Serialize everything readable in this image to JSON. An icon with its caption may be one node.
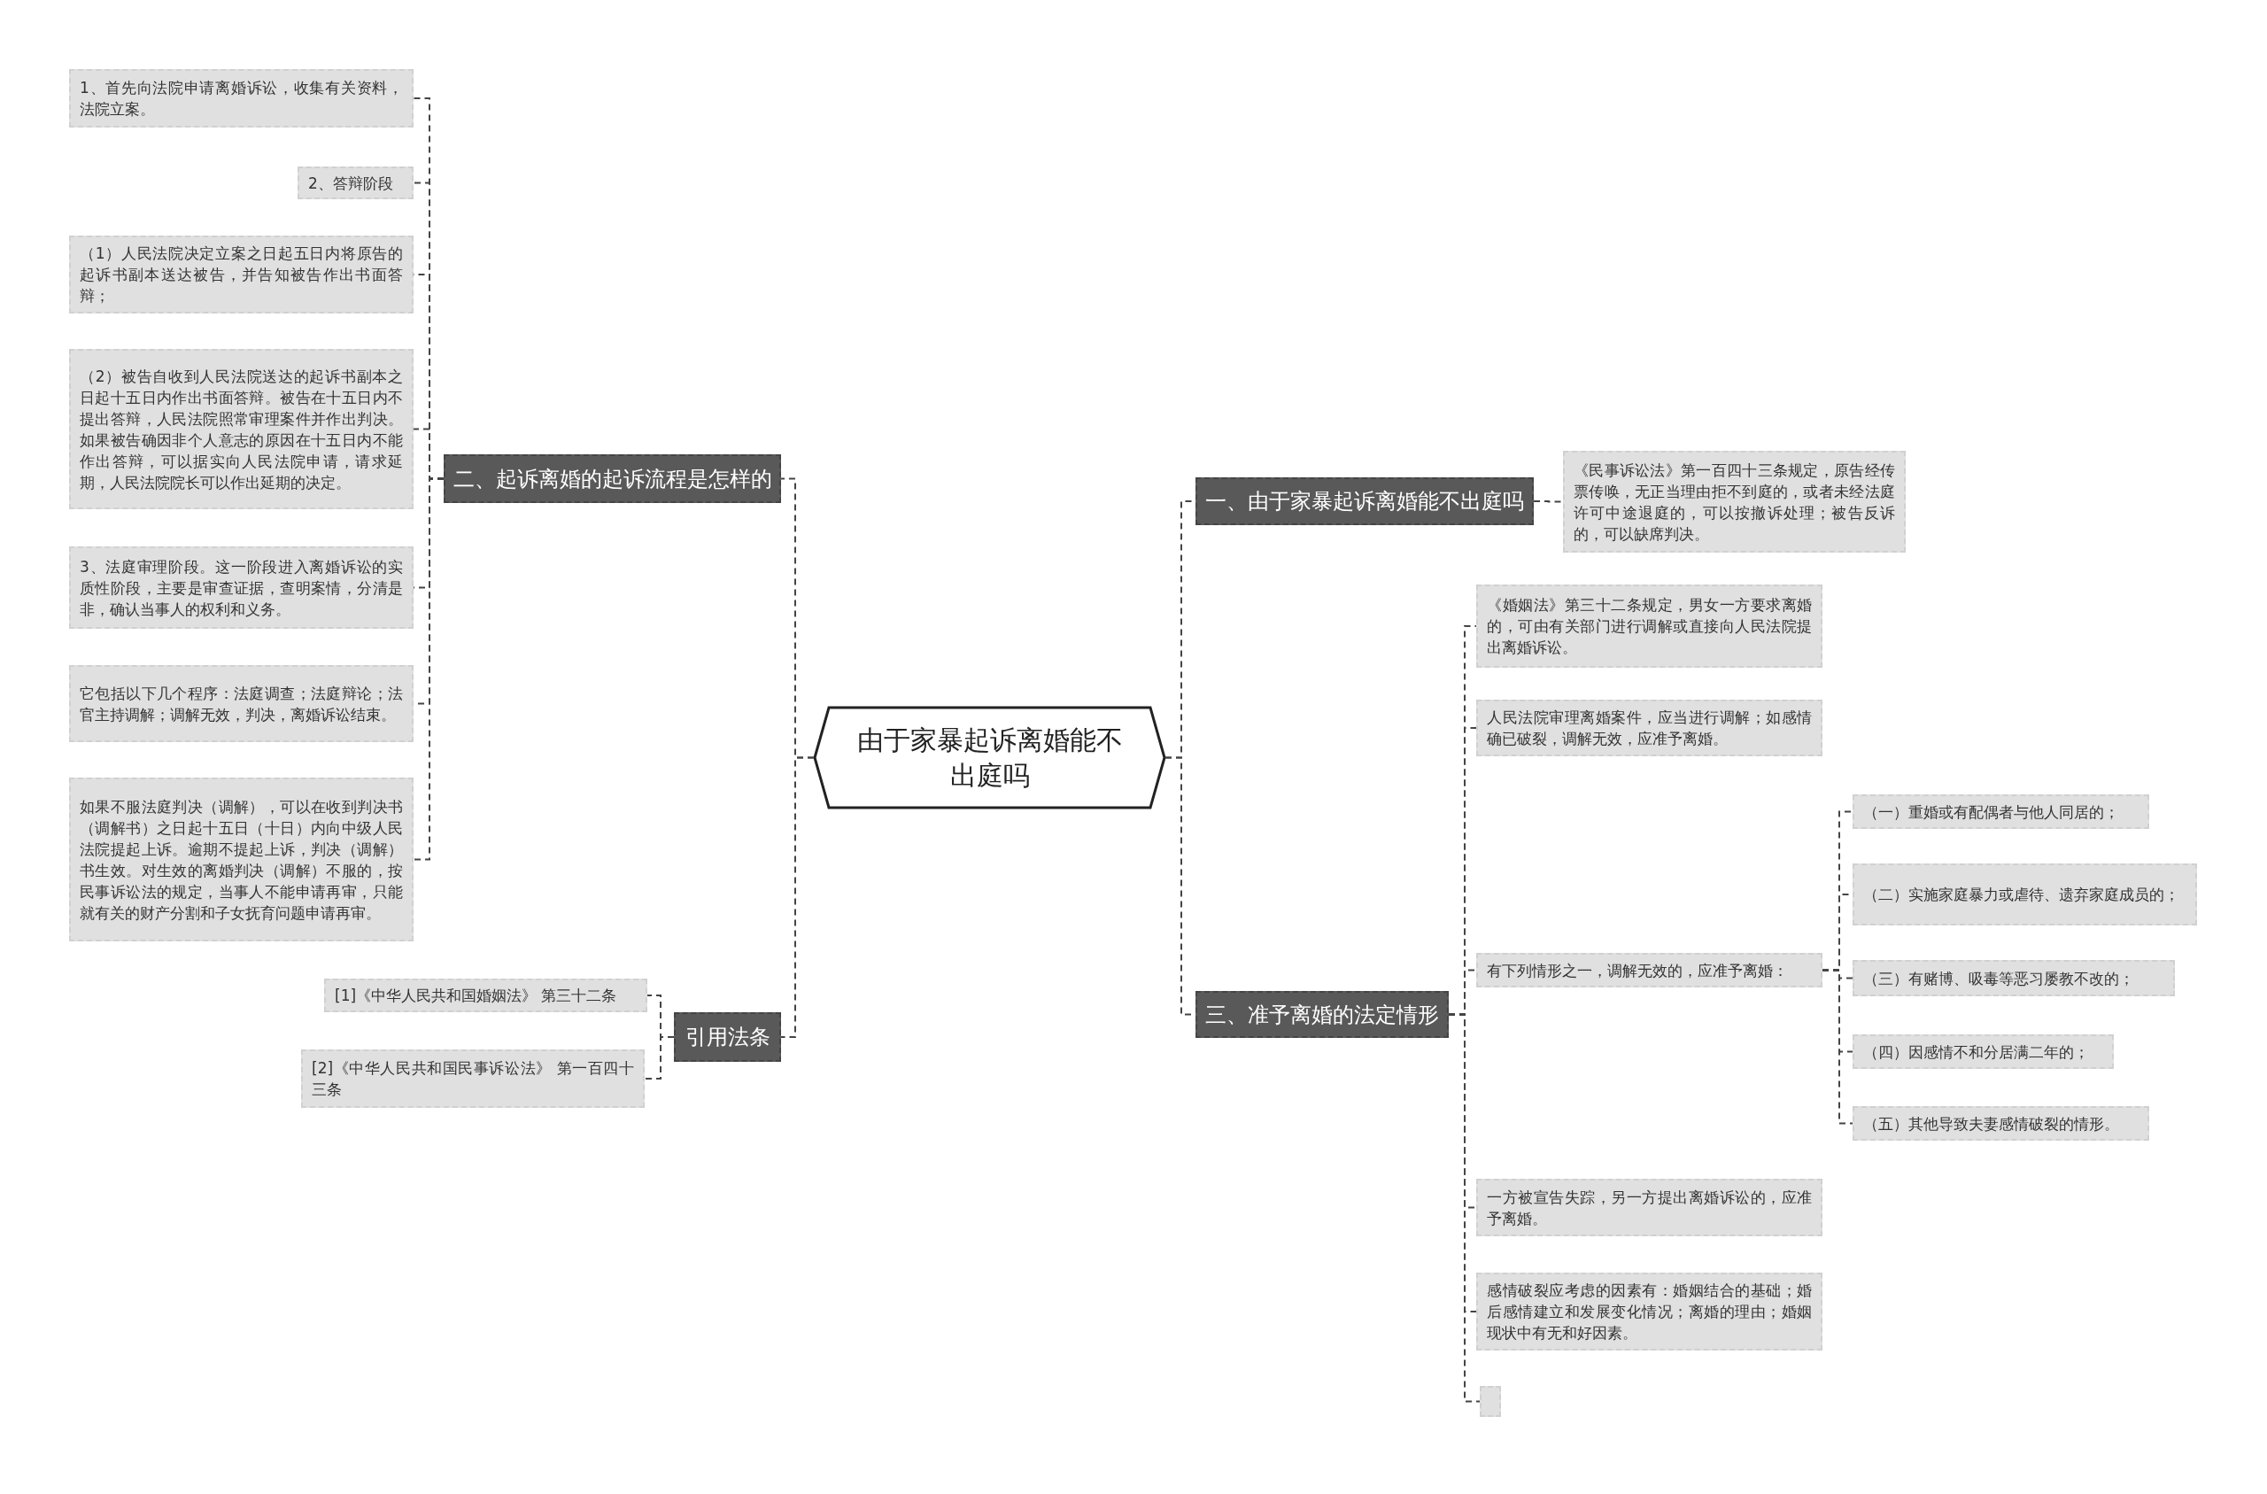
{
  "diagram": {
    "nodes": [
      {
        "text": [
          "由于家暴起诉离婚能不出庭吗"
        ]
      },
      {
        "text": [
          "二、起诉离婚的起诉流程是怎样的"
        ]
      },
      {
        "text": [
          "1、首先向法院申请离婚诉讼，收集有关资料，法院立案。"
        ]
      },
      {
        "text": [
          "2、答辩阶段"
        ]
      },
      {
        "text": [
          "（1）人民法院决定立案之日起五日内将原告的起诉书副本送达被告，并告知被告作出书面答辩；"
        ]
      },
      {
        "text": [
          "（2）被告自收到人民法院送达的起诉书副本之日起十五日内作出书面答辩。被告在十五日内不提出答辩，人民法院照常审理案件并作出判决。如果被告确因非个人意志的原因在十五日内不能作出答辩，可以据实向人民法院申请，请求延期，人民法院院长可以作出延期的决定。"
        ]
      },
      {
        "text": [
          "3、法庭审理阶段。这一阶段进入离婚诉讼的实质性阶段，主要是审查证据，查明案情，分清是非，确认当事人的权利和义务。"
        ]
      },
      {
        "text": [
          "它包括以下几个程序：法庭调查；法庭辩论；法官主持调解；调解无效，判决，离婚诉讼结束。"
        ]
      },
      {
        "text": [
          "如果不服法庭判决（调解），可以在收到判决书（调解书）之日起十五日（十日）内向中级人民法院提起上诉。逾期不提起上诉，判决（调解）书生效。对生效的离婚判决（调解）不服的，按民事诉讼法的规定，当事人不能申请再审，只能就有关的财产分割和子女抚育问题申请再审。"
        ]
      },
      {
        "text": [
          "引用法条"
        ]
      },
      {
        "text": [
          "[1]《中华人民共和国婚姻法》 第三十二条"
        ]
      },
      {
        "text": [
          "[2]《中华人民共和国民事诉讼法》 第一百四十三条"
        ]
      },
      {
        "text": [
          "一、由于家暴起诉离婚能不出庭吗"
        ]
      },
      {
        "text": [
          "《民事诉讼法》第一百四十三条规定，原告经传票传唤，无正当理由拒不到庭的，或者未经法庭许可中途退庭的，可以按撤诉处理；被告反诉的，可以缺席判决。"
        ]
      },
      {
        "text": [
          "三、准予离婚的法定情形"
        ]
      },
      {
        "text": [
          "《婚姻法》第三十二条规定，男女一方要求离婚的，可由有关部门进行调解或直接向人民法院提出离婚诉讼。"
        ]
      },
      {
        "text": [
          "人民法院审理离婚案件，应当进行调解；如感情确已破裂，调解无效，应准予离婚。"
        ]
      },
      {
        "text": [
          "有下列情形之一，调解无效的，应准予离婚："
        ]
      },
      {
        "text": [
          "（一）重婚或有配偶者与他人同居的；"
        ]
      },
      {
        "text": [
          "（二）实施家庭暴力或虐待、遗弃家庭成员的；"
        ]
      },
      {
        "text": [
          "（三）有赌博、吸毒等恶习屡教不改的；"
        ]
      },
      {
        "text": [
          "（四）因感情不和分居满二年的；"
        ]
      },
      {
        "text": [
          "（五）其他导致夫妻感情破裂的情形。"
        ]
      },
      {
        "text": [
          "一方被宣告失踪，另一方提出离婚诉讼的，应准予离婚。"
        ]
      },
      {
        "text": [
          "感情破裂应考虑的因素有：婚姻结合的基础；婚后感情建立和发展变化情况；离婚的理由；婚姻现状中有无和好因素。"
        ]
      },
      {
        "text": [],
        "shape": "box"
      }
    ],
    "edges": [
      {
        "from": 0,
        "to": 1,
        "arrow": "none"
      },
      {
        "from": 0,
        "to": 9,
        "arrow": "none"
      },
      {
        "from": 0,
        "to": 12,
        "arrow": "none"
      },
      {
        "from": 0,
        "to": 14,
        "arrow": "none"
      },
      {
        "from": 1,
        "to": 2,
        "arrow": "none"
      },
      {
        "from": 1,
        "to": 3,
        "arrow": "none"
      },
      {
        "from": 1,
        "to": 4,
        "arrow": "none"
      },
      {
        "from": 1,
        "to": 5,
        "arrow": "none"
      },
      {
        "from": 1,
        "to": 6,
        "arrow": "none"
      },
      {
        "from": 1,
        "to": 7,
        "arrow": "none"
      },
      {
        "from": 1,
        "to": 8,
        "arrow": "none"
      },
      {
        "from": 9,
        "to": 10,
        "arrow": "none"
      },
      {
        "from": 9,
        "to": 11,
        "arrow": "none"
      },
      {
        "from": 12,
        "to": 13,
        "arrow": "none"
      },
      {
        "from": 14,
        "to": 15,
        "arrow": "none"
      },
      {
        "from": 14,
        "to": 16,
        "arrow": "none"
      },
      {
        "from": 14,
        "to": 17,
        "arrow": "none"
      },
      {
        "from": 14,
        "to": 23,
        "arrow": "none"
      },
      {
        "from": 14,
        "to": 24,
        "arrow": "none"
      },
      {
        "from": 14,
        "to": 25,
        "arrow": "none"
      },
      {
        "from": 17,
        "to": 18,
        "arrow": "none"
      },
      {
        "from": 17,
        "to": 19,
        "arrow": "none"
      },
      {
        "from": 17,
        "to": 20,
        "arrow": "none"
      },
      {
        "from": 17,
        "to": 21,
        "arrow": "none"
      },
      {
        "from": 17,
        "to": 22,
        "arrow": "none"
      }
    ]
  }
}
